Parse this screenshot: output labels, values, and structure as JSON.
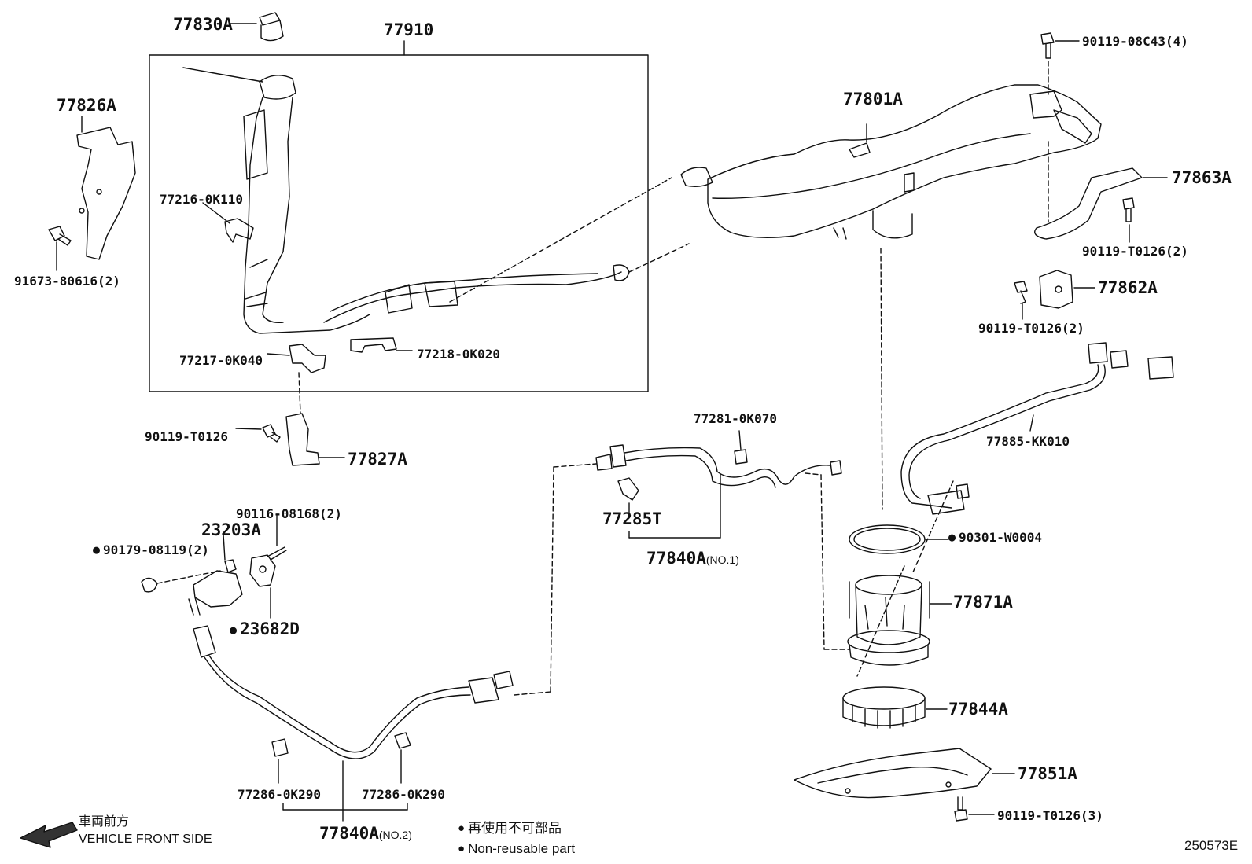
{
  "diagram": {
    "assembly_label": "77910",
    "parts": [
      {
        "id": "p77830A",
        "label": "77830A",
        "non_reusable": false
      },
      {
        "id": "p77826A",
        "label": "77826A",
        "non_reusable": false
      },
      {
        "id": "p91673",
        "label": "91673-80616(2)",
        "non_reusable": false
      },
      {
        "id": "p77216",
        "label": "77216-0K110",
        "non_reusable": false
      },
      {
        "id": "p77217",
        "label": "77217-0K040",
        "non_reusable": false
      },
      {
        "id": "p77218",
        "label": "77218-0K020",
        "non_reusable": false
      },
      {
        "id": "p90119a",
        "label": "90119-T0126",
        "non_reusable": false
      },
      {
        "id": "p77827A",
        "label": "77827A",
        "non_reusable": false
      },
      {
        "id": "p90116",
        "label": "90116-08168(2)",
        "non_reusable": false
      },
      {
        "id": "p23203A",
        "label": "23203A",
        "non_reusable": false
      },
      {
        "id": "p90179",
        "label": "90179-08119(2)",
        "non_reusable": true
      },
      {
        "id": "p23682D",
        "label": "23682D",
        "non_reusable": true
      },
      {
        "id": "p77286a",
        "label": "77286-0K290",
        "non_reusable": false
      },
      {
        "id": "p77286b",
        "label": "77286-0K290",
        "non_reusable": false
      },
      {
        "id": "p77840A2",
        "label": "77840A",
        "sub": "(NO.2)",
        "non_reusable": false
      },
      {
        "id": "p77281",
        "label": "77281-0K070",
        "non_reusable": false
      },
      {
        "id": "p77285T",
        "label": "77285T",
        "non_reusable": false
      },
      {
        "id": "p77840A1",
        "label": "77840A",
        "sub": "(NO.1)",
        "non_reusable": false
      },
      {
        "id": "p77801A",
        "label": "77801A",
        "non_reusable": false
      },
      {
        "id": "p90119b",
        "label": "90119-08C43(4)",
        "non_reusable": false
      },
      {
        "id": "p77863A",
        "label": "77863A",
        "non_reusable": false
      },
      {
        "id": "p90119c",
        "label": "90119-T0126(2)",
        "non_reusable": false
      },
      {
        "id": "p77862A",
        "label": "77862A",
        "non_reusable": false
      },
      {
        "id": "p90119d",
        "label": "90119-T0126(2)",
        "non_reusable": false
      },
      {
        "id": "p77885",
        "label": "77885-KK010",
        "non_reusable": false
      },
      {
        "id": "p90301",
        "label": "90301-W0004",
        "non_reusable": true
      },
      {
        "id": "p77871A",
        "label": "77871A",
        "non_reusable": false
      },
      {
        "id": "p77844A",
        "label": "77844A",
        "non_reusable": false
      },
      {
        "id": "p77851A",
        "label": "77851A",
        "non_reusable": false
      },
      {
        "id": "p90119e",
        "label": "90119-T0126(3)",
        "non_reusable": false
      }
    ]
  },
  "front_indicator": {
    "line1": "車両前方",
    "line2": "VEHICLE FRONT SIDE"
  },
  "legend": {
    "line1": "再使用不可部品",
    "line2": "Non-reusable part"
  },
  "drawing_code": "250573E"
}
